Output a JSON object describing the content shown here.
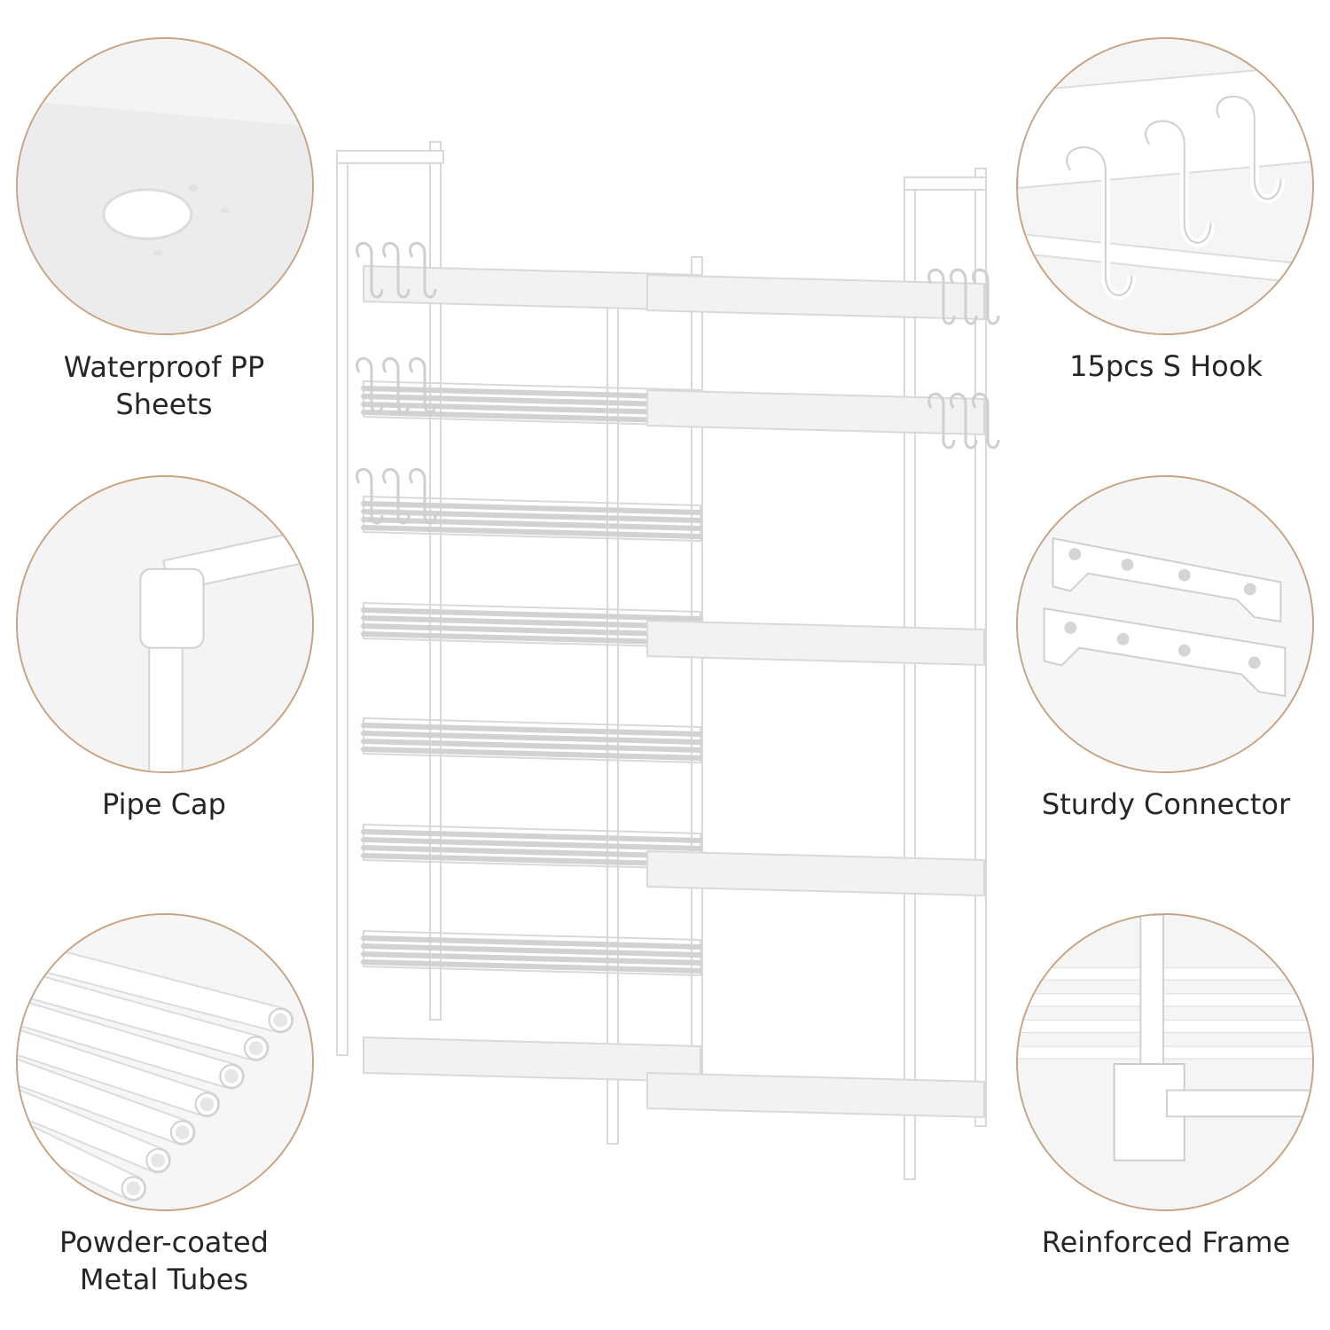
{
  "features": {
    "waterproof": {
      "line1": "Waterproof PP",
      "line2": "Sheets",
      "icon": "water-drop-icon"
    },
    "pipe_cap": {
      "label": "Pipe Cap",
      "icon": "pipe-cap-icon"
    },
    "metal_tubes": {
      "line1": "Powder-coated",
      "line2": "Metal Tubes",
      "icon": "metal-tubes-icon"
    },
    "s_hook": {
      "label": "15pcs S Hook",
      "icon": "s-hook-icon"
    },
    "connector": {
      "label": "Sturdy Connector",
      "icon": "connector-icon"
    },
    "frame": {
      "label": "Reinforced Frame",
      "icon": "frame-icon"
    }
  },
  "colors": {
    "border": "#c8a383",
    "text": "#262626",
    "rack": "#ffffff",
    "rack_shadow": "#d9d9d9"
  }
}
